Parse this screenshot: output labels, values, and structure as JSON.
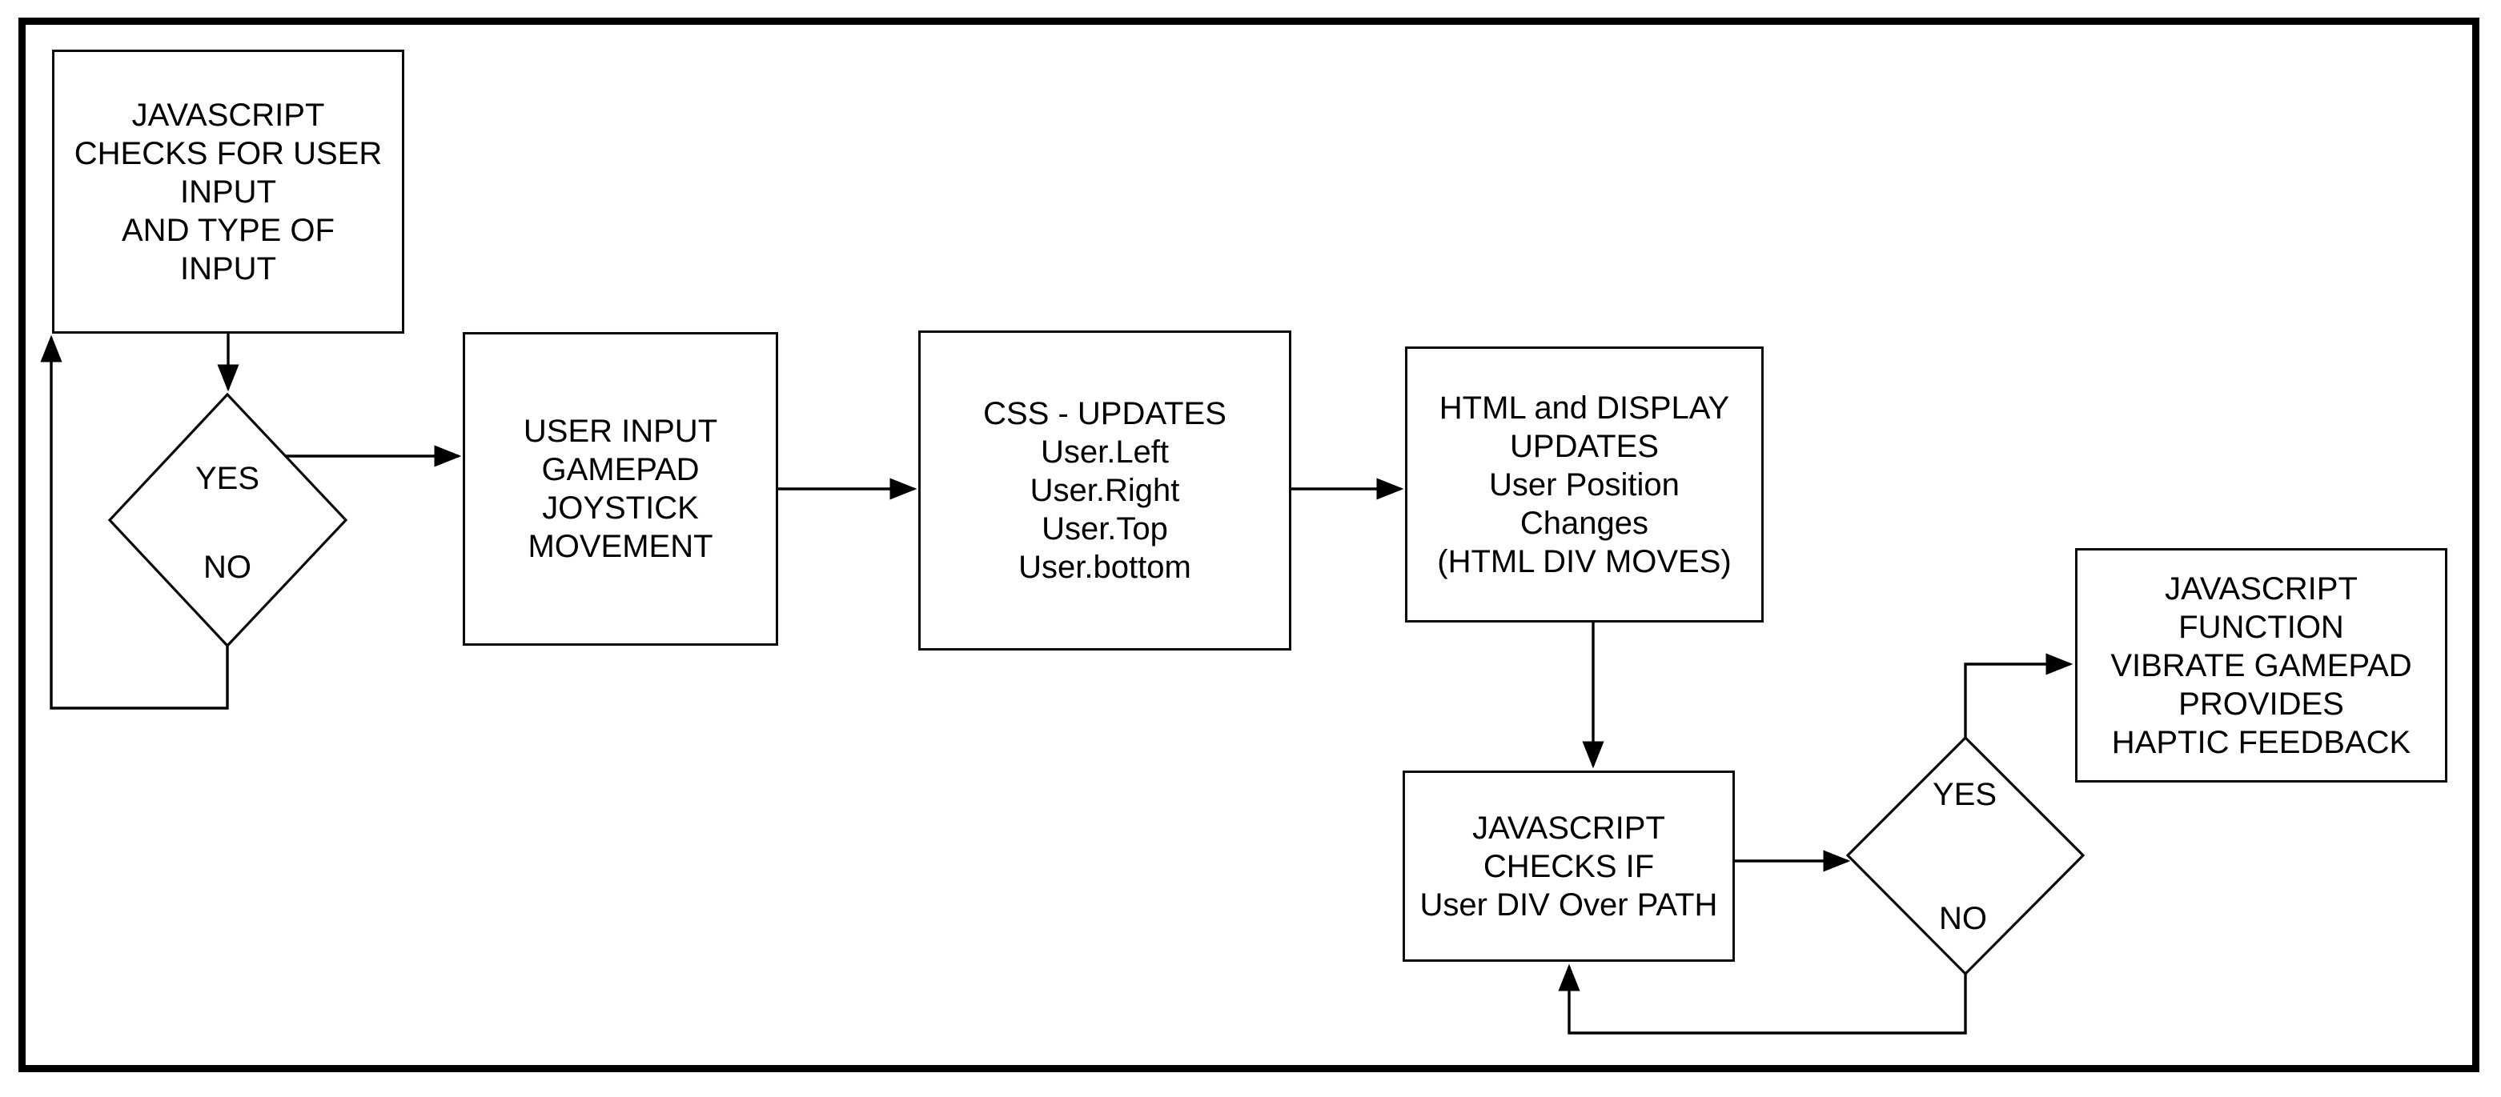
{
  "diagram": {
    "type": "flowchart",
    "background_color": "#ffffff",
    "stroke_color": "#000000",
    "text_color": "#000000",
    "nodes": {
      "js_checks_input": {
        "shape": "rectangle",
        "label": "JAVASCRIPT\nCHECKS FOR USER\nINPUT\nAND TYPE OF\nINPUT"
      },
      "input_decision": {
        "shape": "diamond",
        "yes_label": "YES",
        "no_label": "NO"
      },
      "user_input_gamepad": {
        "shape": "rectangle",
        "label": "USER INPUT\nGAMEPAD\nJOYSTICK\nMOVEMENT"
      },
      "css_updates": {
        "shape": "rectangle",
        "label": "CSS - UPDATES\nUser.Left\nUser.Right\nUser.Top\nUser.bottom"
      },
      "html_display_updates": {
        "shape": "rectangle",
        "label": "HTML and DISPLAY\nUPDATES\nUser Position\nChanges\n(HTML DIV MOVES)"
      },
      "js_checks_path": {
        "shape": "rectangle",
        "label": "JAVASCRIPT\nCHECKS IF\nUser DIV Over PATH"
      },
      "path_decision": {
        "shape": "diamond",
        "yes_label": "YES",
        "no_label": "NO"
      },
      "js_vibrate": {
        "shape": "rectangle",
        "label": "JAVASCRIPT\nFUNCTION\nVIBRATE GAMEPAD\nPROVIDES\nHAPTIC FEEDBACK"
      }
    },
    "edges": [
      {
        "from": "js_checks_input",
        "to": "input_decision"
      },
      {
        "from": "input_decision",
        "to": "user_input_gamepad",
        "branch": "YES"
      },
      {
        "from": "input_decision",
        "to": "js_checks_input",
        "branch": "NO"
      },
      {
        "from": "user_input_gamepad",
        "to": "css_updates"
      },
      {
        "from": "css_updates",
        "to": "html_display_updates"
      },
      {
        "from": "html_display_updates",
        "to": "js_checks_path"
      },
      {
        "from": "js_checks_path",
        "to": "path_decision"
      },
      {
        "from": "path_decision",
        "to": "js_vibrate",
        "branch": "YES"
      },
      {
        "from": "path_decision",
        "to": "js_checks_path",
        "branch": "NO"
      }
    ]
  }
}
